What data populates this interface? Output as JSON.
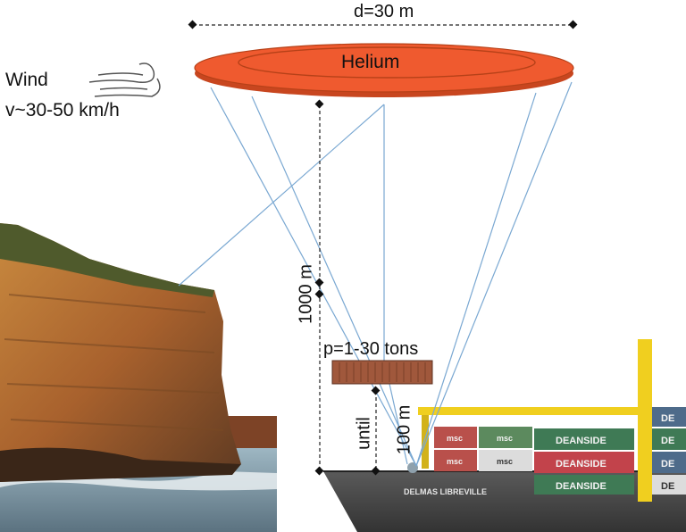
{
  "wind": {
    "title": "Wind",
    "speed": "v~30-50 km/h"
  },
  "balloon": {
    "diameter": "d=30 m",
    "gas": "Helium",
    "fill_color": "#ef5a2f"
  },
  "altitude": {
    "label": "1000 m"
  },
  "payload": {
    "label": "p=1-30 tons",
    "color": "#a0583c"
  },
  "hang": {
    "prefix": "until",
    "value": "100 m"
  },
  "ship": {
    "name": "DELMAS LIBREVILLE",
    "container_brands": [
      "msc",
      "DEANSIDE",
      "DE"
    ]
  },
  "colors": {
    "tether": "#7aa8d2",
    "dimension": "#222222"
  }
}
